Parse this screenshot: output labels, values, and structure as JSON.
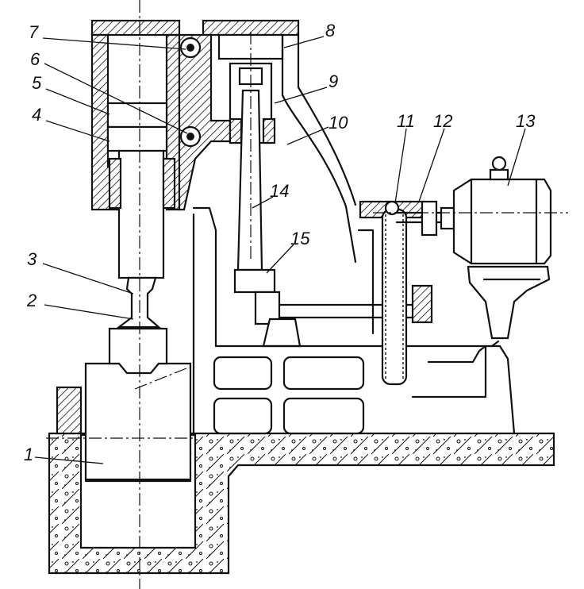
{
  "figure": {
    "labels": [
      {
        "id": "1",
        "text": "1"
      },
      {
        "id": "2",
        "text": "2"
      },
      {
        "id": "3",
        "text": "3"
      },
      {
        "id": "4",
        "text": "4"
      },
      {
        "id": "5",
        "text": "5"
      },
      {
        "id": "6",
        "text": "6"
      },
      {
        "id": "7",
        "text": "7"
      },
      {
        "id": "8",
        "text": "8"
      },
      {
        "id": "9",
        "text": "9"
      },
      {
        "id": "10",
        "text": "10"
      },
      {
        "id": "11",
        "text": "11"
      },
      {
        "id": "12",
        "text": "12"
      },
      {
        "id": "13",
        "text": "13"
      },
      {
        "id": "14",
        "text": "14"
      },
      {
        "id": "15",
        "text": "15"
      }
    ]
  }
}
